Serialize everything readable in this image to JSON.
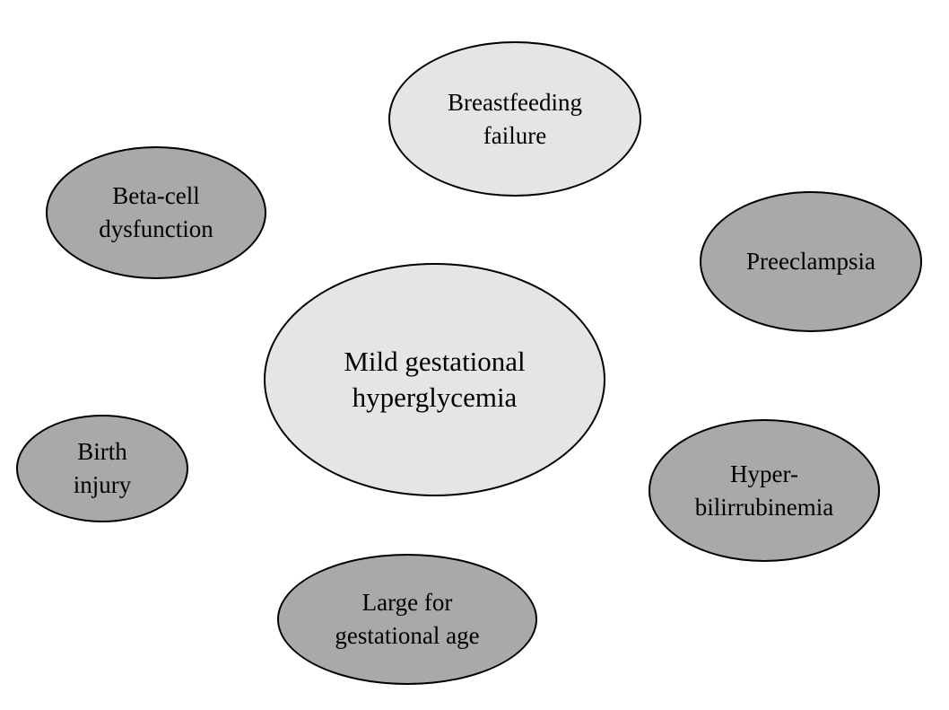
{
  "colors": {
    "light_fill": "#e5e5e5",
    "dark_fill": "#a9a9a9",
    "stroke": "#000000"
  },
  "nodes": {
    "center": {
      "lines": [
        "Mild gestational",
        "hyperglycemia"
      ],
      "tone": "light"
    },
    "breastfeeding": {
      "lines": [
        "Breastfeeding",
        "failure"
      ],
      "tone": "light"
    },
    "beta_cell": {
      "lines": [
        "Beta-cell",
        "dysfunction"
      ],
      "tone": "dark"
    },
    "preeclampsia": {
      "lines": [
        "Preeclampsia"
      ],
      "tone": "dark"
    },
    "birth_injury": {
      "lines": [
        "Birth",
        "injury"
      ],
      "tone": "dark"
    },
    "hyperbilirubinemia": {
      "lines": [
        "Hyper-",
        "bilirrubinemia"
      ],
      "tone": "dark"
    },
    "large_for_gestational_age": {
      "lines": [
        "Large for",
        "gestational age"
      ],
      "tone": "dark"
    }
  }
}
